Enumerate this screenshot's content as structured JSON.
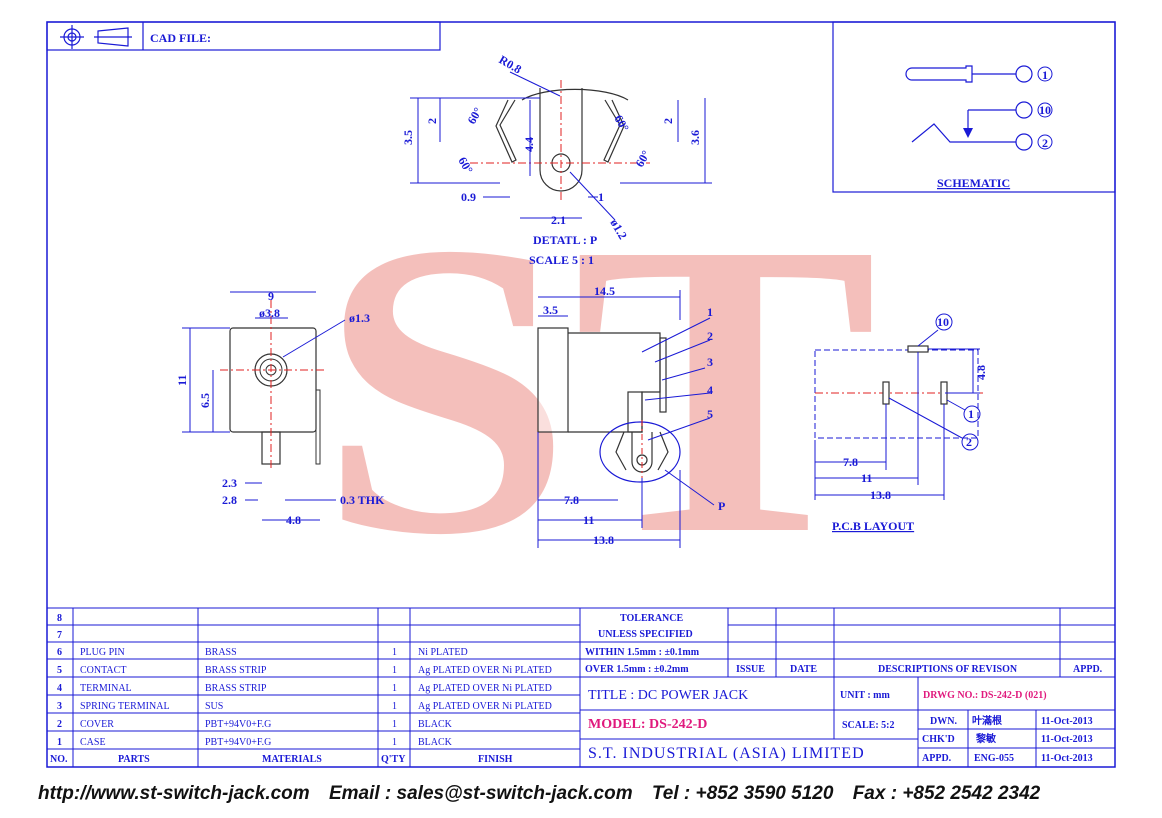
{
  "colors": {
    "line": "#1a1ad6",
    "accent": "#e0197d",
    "watermark": "#f0aaa4",
    "center": "#e02020"
  },
  "watermark": {
    "text": "ST"
  },
  "header": {
    "cad_file_label": "CAD FILE:"
  },
  "detail": {
    "title": "DETATL : P",
    "scale": "SCALE 5 : 1",
    "dims": {
      "radius": "R0.8",
      "d35": "3.5",
      "d2_left": "2",
      "ang1": "60°",
      "ang2": "60°",
      "d44": "4.4",
      "ang3": "60°",
      "ang4": "60°",
      "d2_right": "2",
      "d36": "3.6",
      "d09": "0.9",
      "d1": "1",
      "d21": "2.1",
      "dia12": "ø1.2"
    }
  },
  "front_view": {
    "dims": {
      "w9": "9",
      "dia38": "ø3.8",
      "dia13": "ø1.3",
      "h11": "11",
      "h65": "6.5",
      "d23": "2.3",
      "d28": "2.8",
      "d03": "0.3 THK",
      "d48": "4.8"
    }
  },
  "side_view": {
    "dims": {
      "d145": "14.5",
      "d35": "3.5",
      "d78": "7.8",
      "d11": "11",
      "d138": "13.8"
    },
    "callouts": [
      "1",
      "2",
      "3",
      "4",
      "5"
    ],
    "detail_marker": "P"
  },
  "pcb_layout": {
    "title": "P.C.B LAYOUT",
    "dims": {
      "d48": "4.8",
      "d78": "7.8",
      "d11": "11",
      "d138": "13.8"
    },
    "pins": [
      "10",
      "1",
      "2"
    ]
  },
  "schematic": {
    "title": "SCHEMATIC",
    "pins": [
      "1",
      "10",
      "2"
    ]
  },
  "parts_table": {
    "header": {
      "no": "NO.",
      "parts": "PARTS",
      "materials": "MATERIALS",
      "qty": "Q'TY",
      "finish": "FINISH"
    },
    "rows": [
      {
        "no": "8",
        "part": "",
        "material": "",
        "qty": "",
        "finish": ""
      },
      {
        "no": "7",
        "part": "",
        "material": "",
        "qty": "",
        "finish": ""
      },
      {
        "no": "6",
        "part": "PLUG PIN",
        "material": "BRASS",
        "qty": "1",
        "finish": "Ni PLATED"
      },
      {
        "no": "5",
        "part": "CONTACT",
        "material": "BRASS STRIP",
        "qty": "1",
        "finish": "Ag PLATED OVER Ni PLATED"
      },
      {
        "no": "4",
        "part": "TERMINAL",
        "material": "BRASS STRIP",
        "qty": "1",
        "finish": "Ag PLATED OVER Ni PLATED"
      },
      {
        "no": "3",
        "part": "SPRING TERMINAL",
        "material": "SUS",
        "qty": "1",
        "finish": "Ag PLATED OVER Ni PLATED"
      },
      {
        "no": "2",
        "part": "COVER",
        "material": "PBT+94V0+F.G",
        "qty": "1",
        "finish": "BLACK"
      },
      {
        "no": "1",
        "part": "CASE",
        "material": "PBT+94V0+F.G",
        "qty": "1",
        "finish": "BLACK"
      }
    ]
  },
  "title_block": {
    "tolerance1": "TOLERANCE",
    "tolerance2": "UNLESS SPECIFIED",
    "within": "WITHIN 1.5mm : ±0.1mm",
    "over": "OVER 1.5mm : ±0.2mm",
    "issue": "ISSUE",
    "date": "DATE",
    "descriptions": "DESCRIPTIONS OF REVISON",
    "appd": "APPD.",
    "title": "TITLE : DC POWER JACK",
    "unit": "UNIT : mm",
    "drwg_no": "DRWG NO.: DS-242-D (021)",
    "model": "MODEL: DS-242-D",
    "scale": "SCALE: 5:2",
    "dwn_label": "DWN.",
    "dwn_name": "叶滿根",
    "dwn_date": "11-Oct-2013",
    "chkd_label": "CHK'D",
    "chkd_name": "黎敏",
    "chkd_date": "11-Oct-2013",
    "company": "S.T. INDUSTRIAL (ASIA) LIMITED",
    "appd_label": "APPD.",
    "appd_name": "ENG-055",
    "appd_date": "11-Oct-2013"
  },
  "footer": {
    "website": "http://www.st-switch-jack.com",
    "email": "Email : sales@st-switch-jack.com",
    "tel": "Tel : +852 3590 5120",
    "fax": "Fax : +852 2542 2342"
  }
}
